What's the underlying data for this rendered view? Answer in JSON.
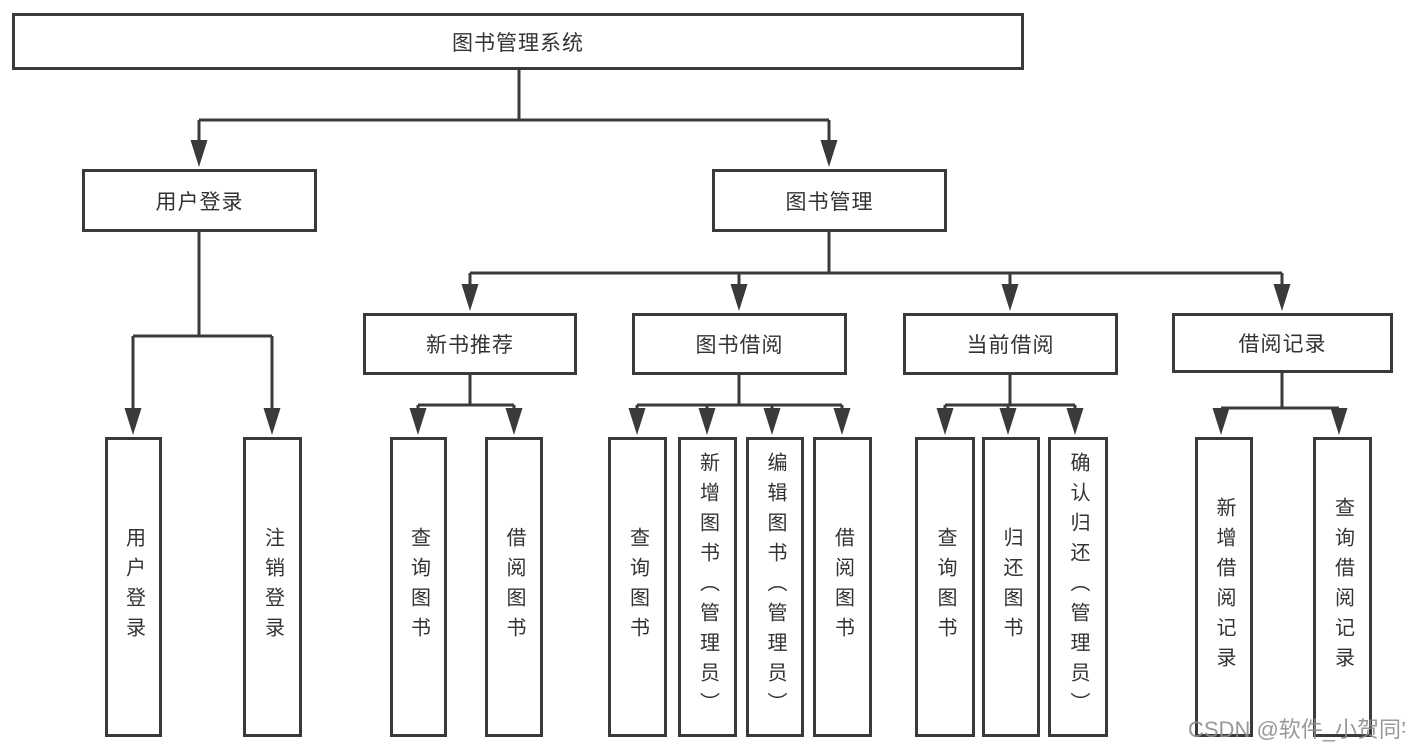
{
  "colors": {
    "line": "#3a3a3c",
    "text": "#333333",
    "watermark": "#8e8e8e"
  },
  "watermark": {
    "text": "CSDN @软件_小贺同学"
  },
  "tree": {
    "root": {
      "label": "图书管理系统",
      "children": [
        {
          "label": "用户登录",
          "children": [
            {
              "label": "用户登录"
            },
            {
              "label": "注销登录"
            }
          ]
        },
        {
          "label": "图书管理",
          "children": [
            {
              "label": "新书推荐",
              "children": [
                {
                  "label": "查询图书"
                },
                {
                  "label": "借阅图书"
                }
              ]
            },
            {
              "label": "图书借阅",
              "children": [
                {
                  "label": "查询图书"
                },
                {
                  "label": "新增图书（管理员）"
                },
                {
                  "label": "编辑图书（管理员）"
                },
                {
                  "label": "借阅图书"
                }
              ]
            },
            {
              "label": "当前借阅",
              "children": [
                {
                  "label": "查询图书"
                },
                {
                  "label": "归还图书"
                },
                {
                  "label": "确认归还（管理员）"
                }
              ]
            },
            {
              "label": "借阅记录",
              "children": [
                {
                  "label": "新增借阅记录"
                },
                {
                  "label": "查询借阅记录"
                }
              ]
            }
          ]
        }
      ]
    }
  }
}
